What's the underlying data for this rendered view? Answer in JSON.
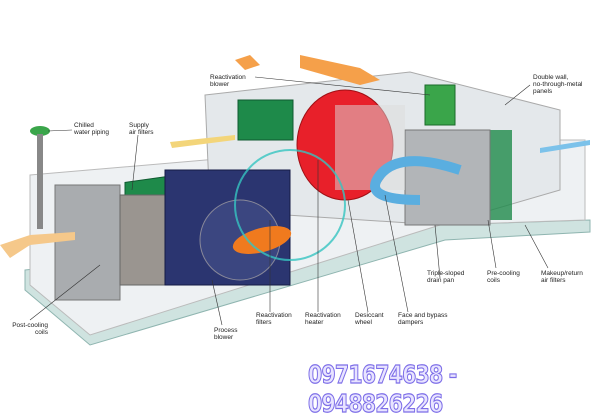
{
  "labels": {
    "reactivation_blower": "Reactivation\nblower",
    "double_wall": "Double wall,\nno-through-metal\npanels",
    "chilled_water": "Chilled\nwater piping",
    "supply_filters": "Supply\nair filters",
    "post_cooling": "Post-cooling\ncoils",
    "process_blower": "Process\nblower",
    "reactivation_filters": "Reactivation\nfilters",
    "reactivation_heater": "Reactivation\nheater",
    "desiccant_wheel": "Desiccant\nwheel",
    "face_bypass": "Face and bypass\ndampers",
    "drain_pan": "Triple-sloped\ndrain pan",
    "pre_cooling": "Pre-cooling\ncoils",
    "makeup_filters": "Makeup/return\nair filters"
  },
  "watermark": {
    "phone": "0971674638 - 0948826226"
  },
  "colors": {
    "wheel": "#e8202a",
    "filter": "#1e8a4a",
    "arrow_warm": "#f5a04a",
    "arrow_cool": "#5aaee0",
    "phone": "#7d6ee8"
  }
}
